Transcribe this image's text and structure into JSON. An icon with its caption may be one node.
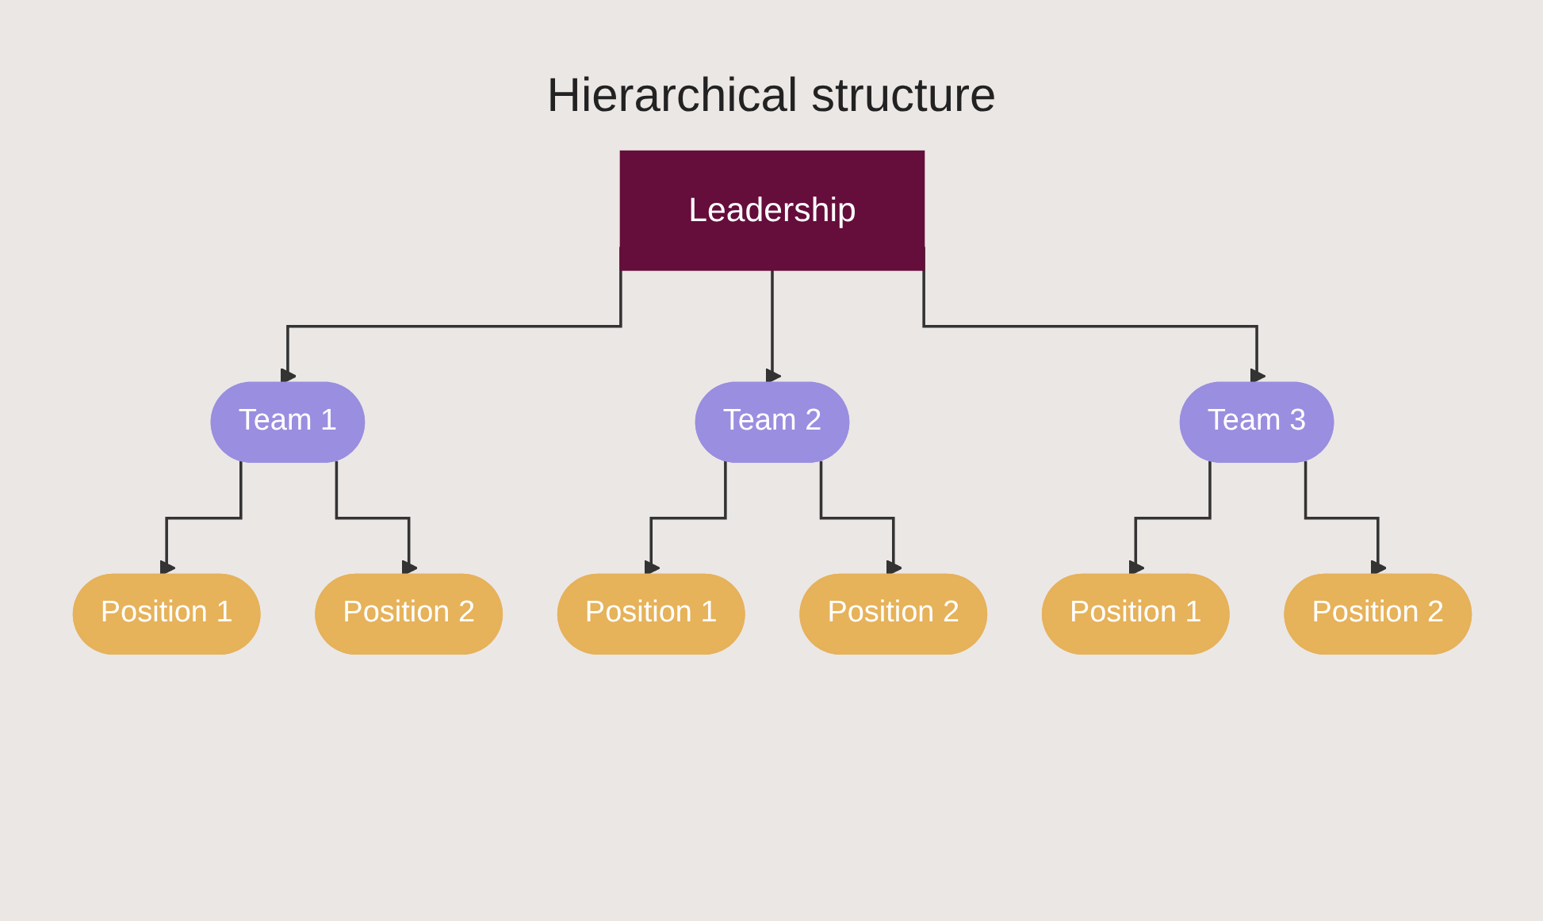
{
  "diagram": {
    "title": "Hierarchical structure",
    "nodes": [
      {
        "text": [
          "Leadership"
        ]
      },
      {
        "text": [
          "Team 1"
        ]
      },
      {
        "text": [
          "Team 2"
        ]
      },
      {
        "text": [
          "Team 3"
        ]
      },
      {
        "text": [
          "Position 1"
        ]
      },
      {
        "text": [
          "Position 2"
        ]
      },
      {
        "text": [
          "Position 1"
        ]
      },
      {
        "text": [
          "Position 2"
        ]
      },
      {
        "text": [
          "Position 1"
        ]
      },
      {
        "text": [
          "Position 2"
        ]
      }
    ],
    "edges": [
      {
        "from": 0,
        "to": 1,
        "arrow": "to"
      },
      {
        "from": 0,
        "to": 2,
        "arrow": "to"
      },
      {
        "from": 0,
        "to": 3,
        "arrow": "to"
      },
      {
        "from": 1,
        "to": 4,
        "arrow": "to"
      },
      {
        "from": 1,
        "to": 5,
        "arrow": "to"
      },
      {
        "from": 2,
        "to": 6,
        "arrow": "to"
      },
      {
        "from": 2,
        "to": 7,
        "arrow": "to"
      },
      {
        "from": 3,
        "to": 8,
        "arrow": "to"
      },
      {
        "from": 3,
        "to": 9,
        "arrow": "to"
      }
    ]
  }
}
